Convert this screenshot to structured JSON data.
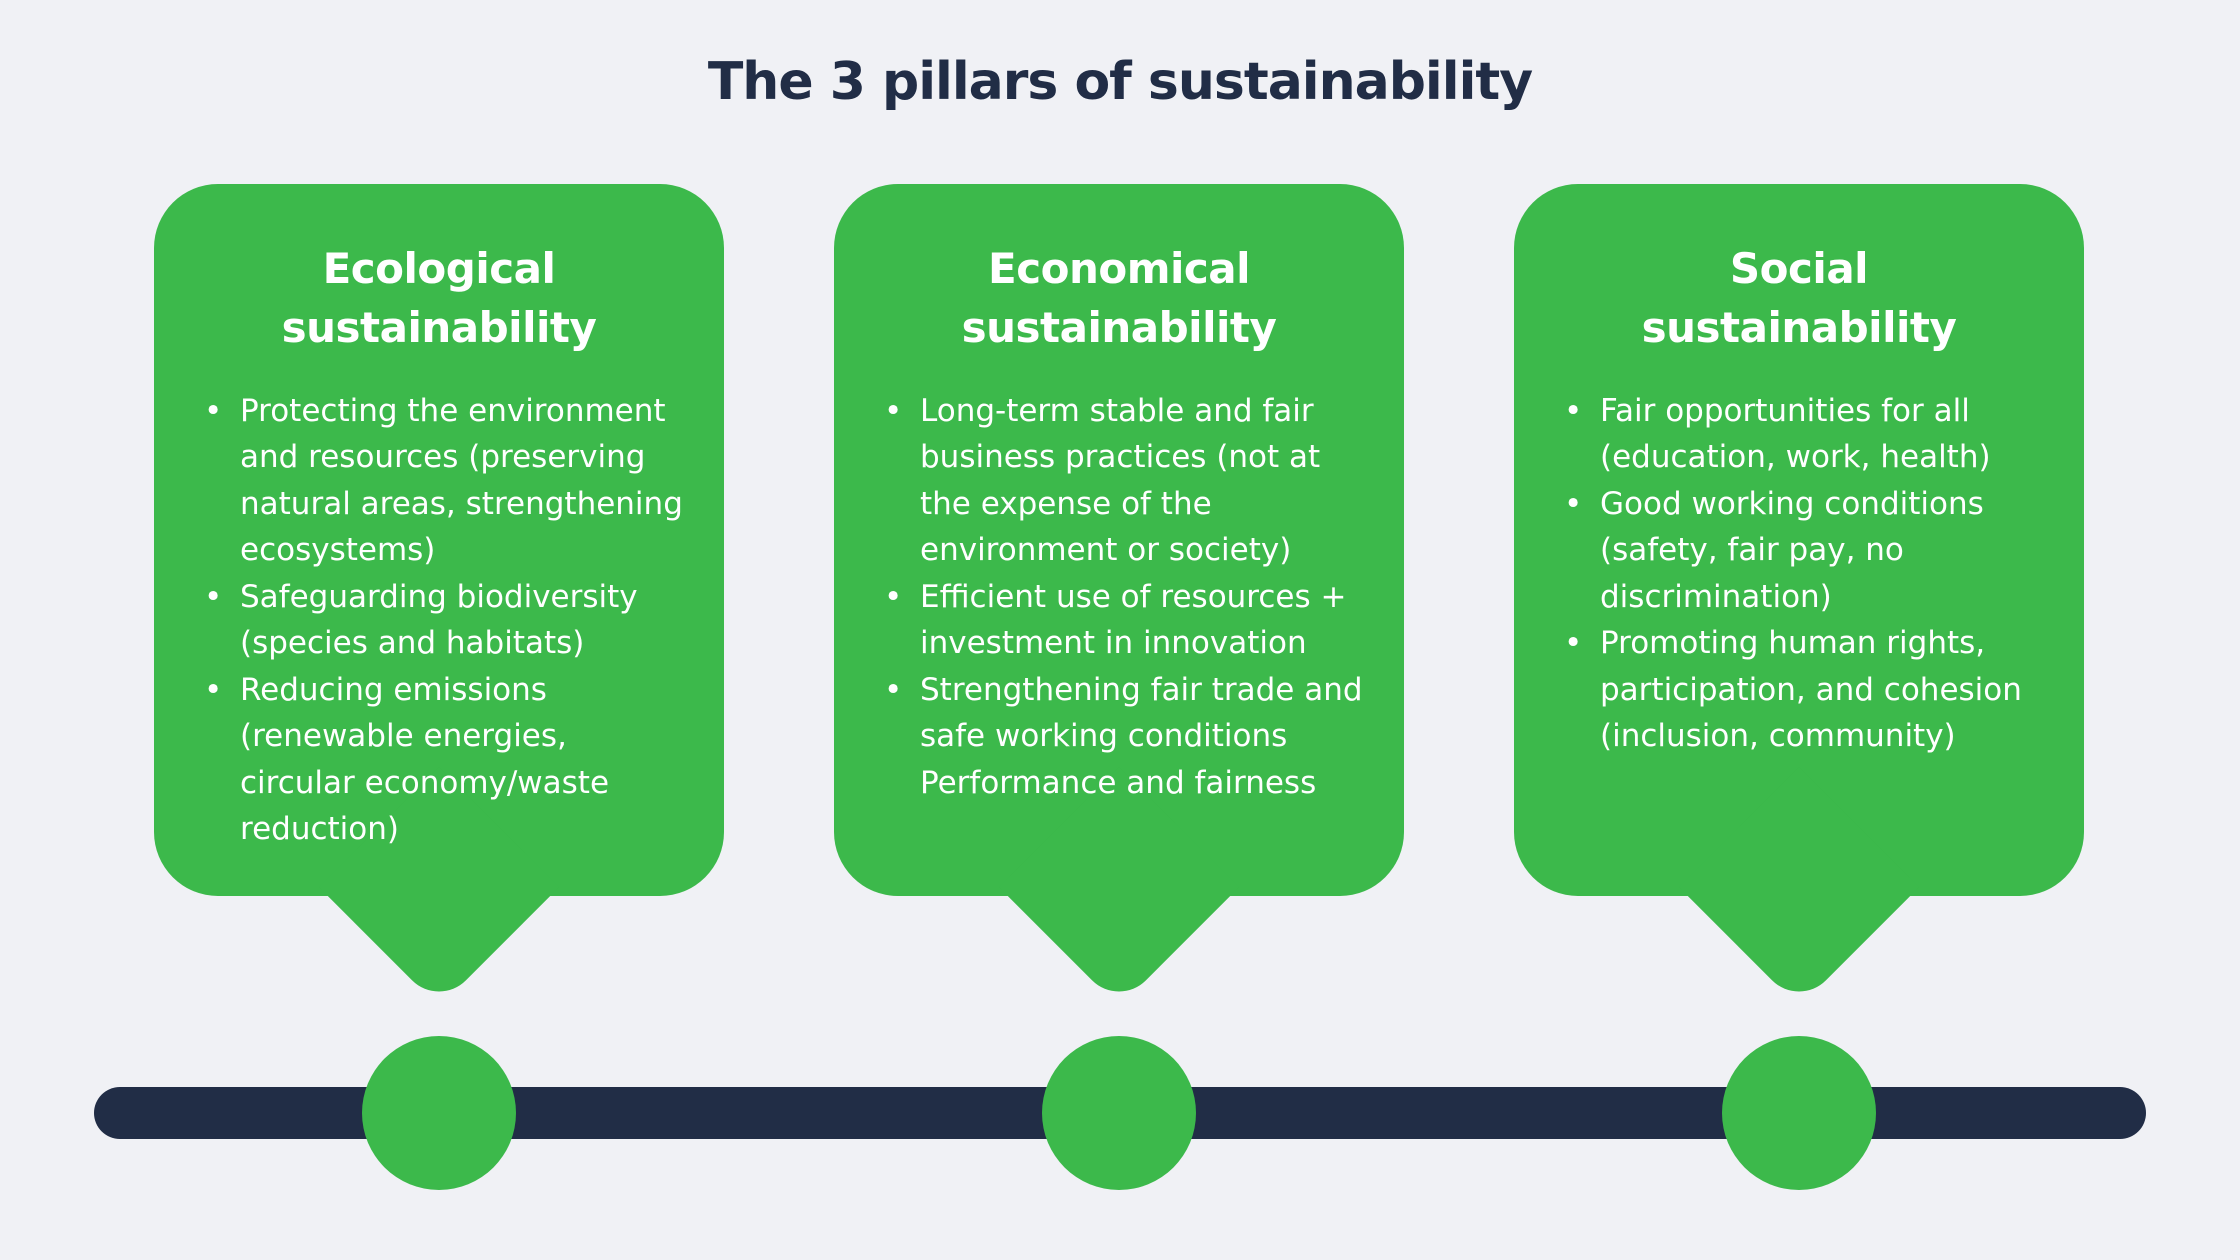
{
  "title": "The 3 pillars of sustainability",
  "colors": {
    "background": "#F0F1F5",
    "card_green": "#3CB94B",
    "navy": "#212D46",
    "card_text": "#FFFFFF"
  },
  "cards": [
    {
      "heading_line1": "Ecological",
      "heading_line2": "sustainability",
      "bullets": [
        "Protecting the environment and resources (preserving natural areas, strengthening ecosystems)",
        "Safeguarding biodiversity (species and habitats)",
        "Reducing emissions (renewable energies, circular economy/waste reduction)"
      ]
    },
    {
      "heading_line1": "Economical",
      "heading_line2": "sustainability",
      "bullets": [
        "Long-term stable and fair business practices (not at the expense of the environment or society)",
        "Efficient use of resources + investment in innovation",
        "Strengthening fair trade and safe working conditions Performance and fairness"
      ]
    },
    {
      "heading_line1": "Social",
      "heading_line2": "sustainability",
      "bullets": [
        "Fair opportunities for all (education, work, health)",
        "Good working conditions (safety, fair pay, no discrimination)",
        "Promoting human rights, participation, and cohesion (inclusion, community)"
      ]
    }
  ],
  "timeline": {
    "node_count": 3
  }
}
